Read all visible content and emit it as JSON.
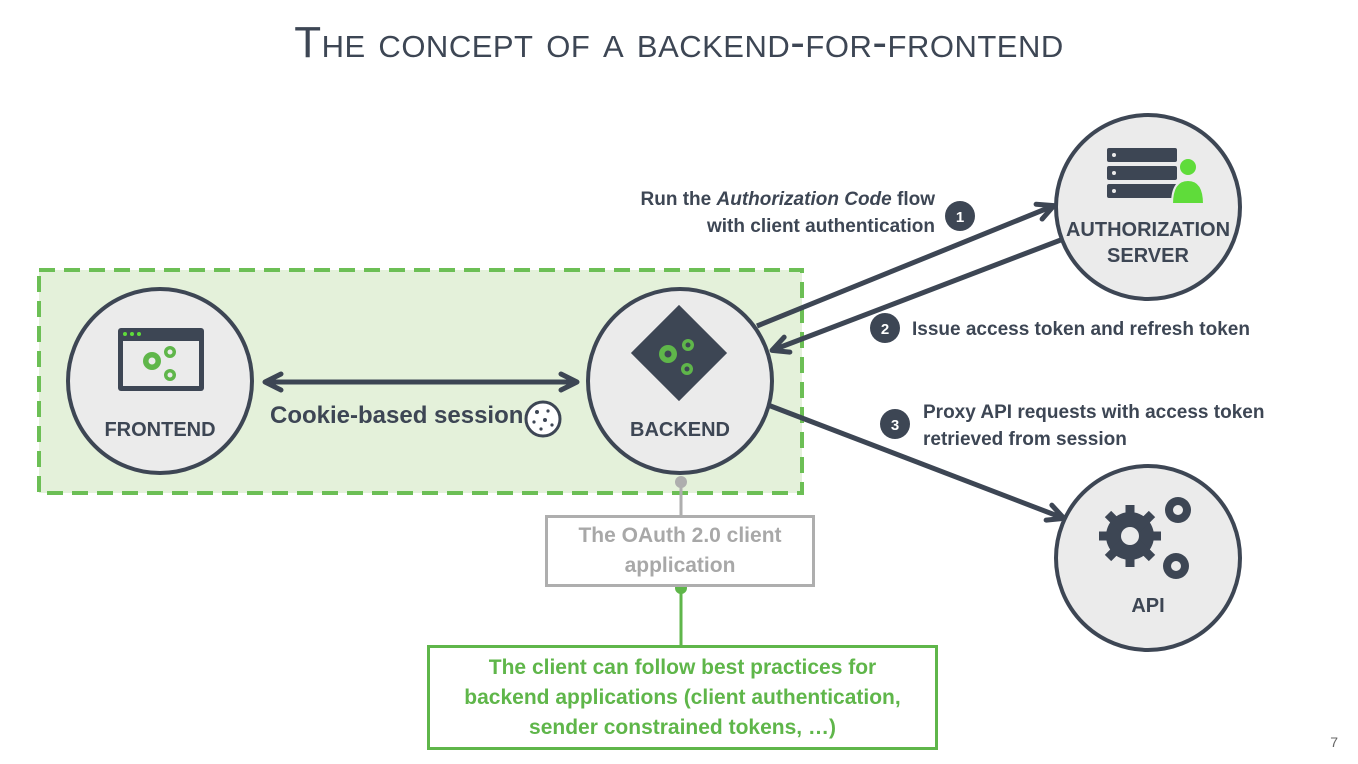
{
  "title": "The concept of a backend-for-frontend",
  "nodes": {
    "frontend": "FRONTEND",
    "backend": "BACKEND",
    "auth_server_line1": "AUTHORIZATION",
    "auth_server_line2": "SERVER",
    "api": "API"
  },
  "session_label": "Cookie-based session",
  "steps": [
    {
      "number": "1",
      "line1_prefix": "Run the ",
      "line1_italic": "Authorization Code",
      "line1_suffix": " flow",
      "line2": "with client authentication"
    },
    {
      "number": "2",
      "line1": "Issue access token and refresh token"
    },
    {
      "number": "3",
      "line1": "Proxy API requests with access token",
      "line2": "retrieved from session"
    }
  ],
  "client_box": {
    "line1": "The OAuth 2.0 client",
    "line2": "application"
  },
  "best_practices_box": {
    "line1": "The client can follow best practices for",
    "line2": "backend applications (client authentication,",
    "line3": "sender constrained tokens, …)"
  },
  "page_number": "7",
  "colors": {
    "dark": "#3d4654",
    "green": "#5fb64a",
    "light_green_fill": "#e4f1da",
    "circle_fill": "#ebebeb",
    "gray_box": "#aeaeae"
  },
  "icons": [
    "browser-window-icon",
    "gears-icon",
    "cookie-icon",
    "server-user-icon",
    "api-gears-icon"
  ]
}
